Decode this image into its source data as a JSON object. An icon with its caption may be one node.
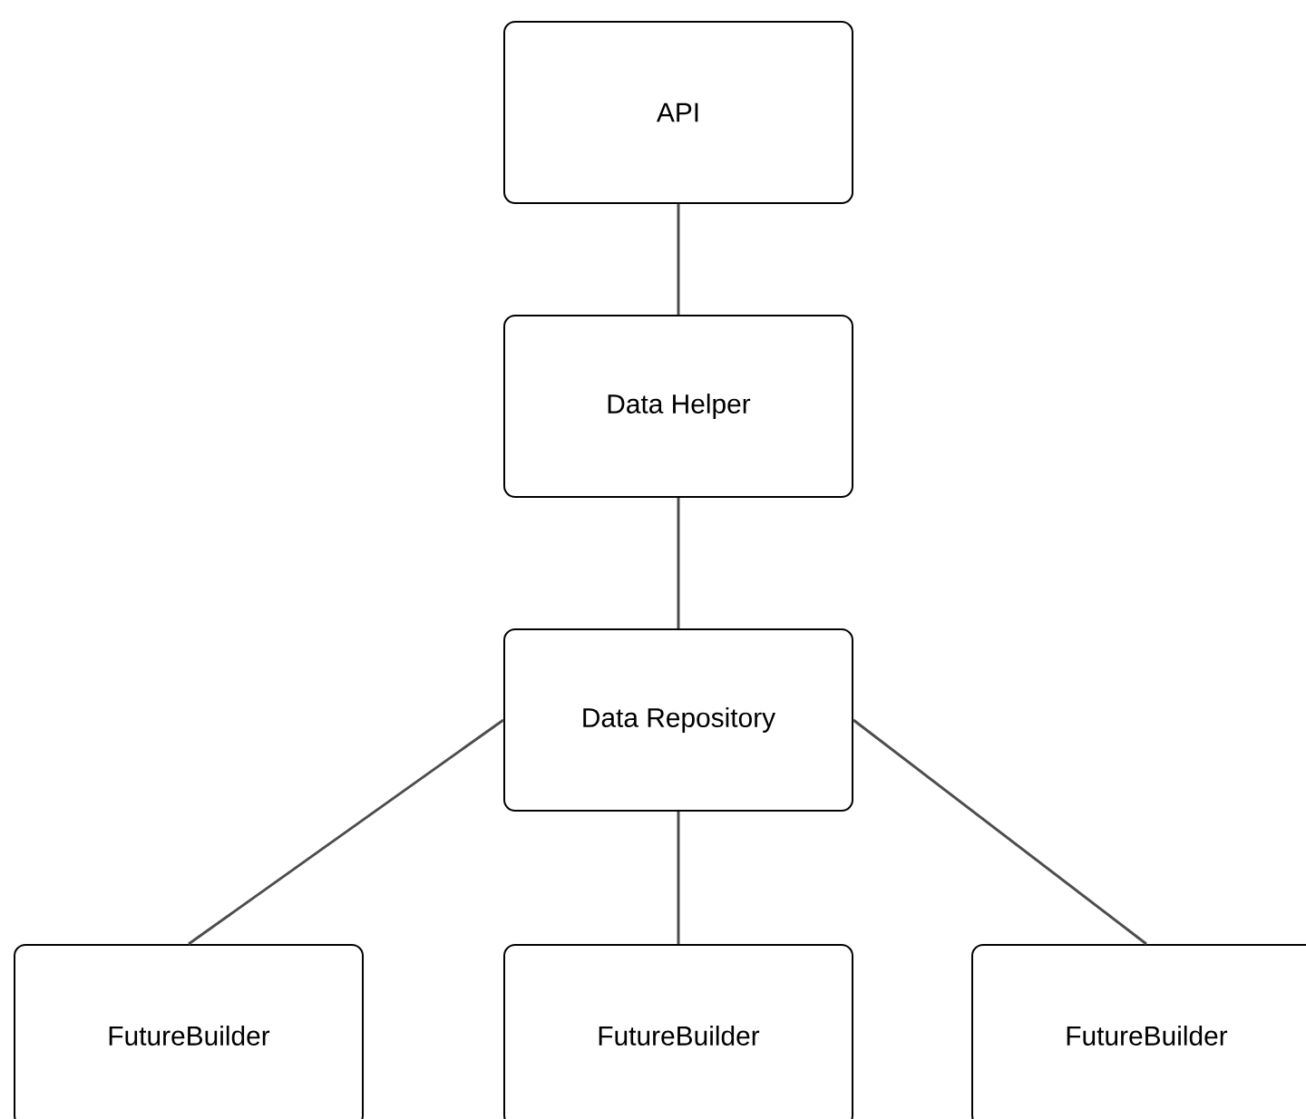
{
  "diagram": {
    "nodes": [
      {
        "text": [
          "API"
        ]
      },
      {
        "text": [
          "Data Helper"
        ]
      },
      {
        "text": [
          "Data Repository"
        ]
      },
      {
        "text": [
          "FutureBuilder"
        ]
      },
      {
        "text": [
          "FutureBuilder"
        ]
      },
      {
        "text": [
          "FutureBuilder"
        ]
      }
    ],
    "edges": [
      {
        "from": 0,
        "to": 1,
        "arrow": "none"
      },
      {
        "from": 1,
        "to": 2,
        "arrow": "none"
      },
      {
        "from": 2,
        "to": 3,
        "arrow": "none"
      },
      {
        "from": 2,
        "to": 4,
        "arrow": "none"
      },
      {
        "from": 2,
        "to": 5,
        "arrow": "none"
      }
    ]
  }
}
